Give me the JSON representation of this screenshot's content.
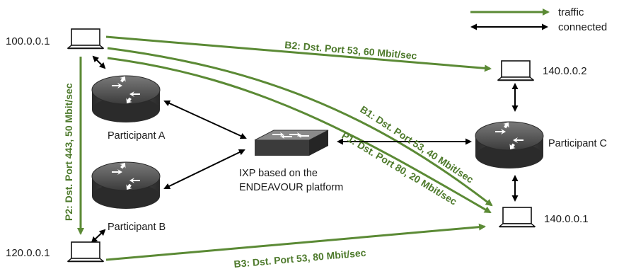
{
  "legend": {
    "traffic_label": "traffic",
    "connected_label": "connected",
    "traffic_color": "#5b8a35",
    "connected_color": "#000000"
  },
  "hosts": {
    "h1": {
      "ip": "100.0.0.1",
      "icon": "laptop-icon"
    },
    "h2": {
      "ip": "140.0.0.2",
      "icon": "laptop-icon"
    },
    "h3": {
      "ip": "140.0.0.1",
      "icon": "laptop-icon"
    },
    "h4": {
      "ip": "120.0.0.1",
      "icon": "laptop-icon"
    }
  },
  "routers": {
    "a": {
      "name": "Participant A",
      "icon": "router-icon"
    },
    "b": {
      "name": "Participant B",
      "icon": "router-icon"
    },
    "c": {
      "name": "Participant C",
      "icon": "router-icon"
    }
  },
  "ixp": {
    "line1": "IXP based on the",
    "line2": "ENDEAVOUR platform",
    "icon": "switch-icon"
  },
  "flows": {
    "b2": "B2: Dst. Port 53, 60 Mbit/sec",
    "b1": "B1: Dst. Port 53, 40 Mbit/sec",
    "p1": "P1: Dst. Port 80, 20 Mbit/sec",
    "p2": "P2: Dst. Port 443, 50 Mbit/sec",
    "b3": "B3: Dst. Port 53, 80 Mbit/sec"
  }
}
